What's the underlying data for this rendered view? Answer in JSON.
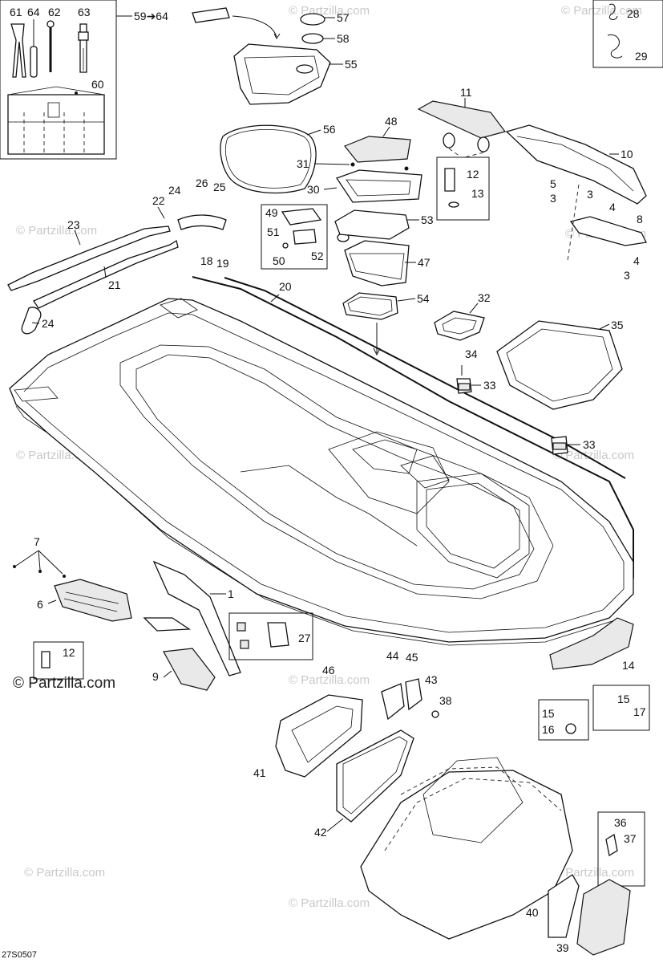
{
  "watermark": "© Partzilla.com",
  "watermark_dark": "© Partzilla.com",
  "diagram_code": "27S0507",
  "callouts": {
    "c1": "1",
    "c3a": "3",
    "c3b": "3",
    "c3c": "3",
    "c4a": "4",
    "c4b": "4",
    "c5": "5",
    "c6": "6",
    "c7": "7",
    "c8": "8",
    "c9": "9",
    "c10": "10",
    "c11": "11",
    "c12a": "12",
    "c12b": "12",
    "c13": "13",
    "c14": "14",
    "c15a": "15",
    "c15b": "15",
    "c16": "16",
    "c17": "17",
    "c18": "18",
    "c19": "19",
    "c20": "20",
    "c21": "21",
    "c22": "22",
    "c23": "23",
    "c24a": "24",
    "c24b": "24",
    "c25": "25",
    "c26": "26",
    "c27": "27",
    "c28": "28",
    "c29": "29",
    "c30": "30",
    "c31": "31",
    "c32": "32",
    "c33a": "33",
    "c33b": "33",
    "c34": "34",
    "c35": "35",
    "c36": "36",
    "c37": "37",
    "c38": "38",
    "c39": "39",
    "c40": "40",
    "c41": "41",
    "c42": "42",
    "c43": "43",
    "c44": "44",
    "c45": "45",
    "c46": "46",
    "c47": "47",
    "c48": "48",
    "c49": "49",
    "c50": "50",
    "c51": "51",
    "c52": "52",
    "c53": "53",
    "c54": "54",
    "c55": "55",
    "c56": "56",
    "c57": "57",
    "c58": "58",
    "c5964": "59➔64",
    "c60": "60",
    "c61": "61",
    "c62": "62",
    "c63": "63",
    "c64": "64"
  }
}
